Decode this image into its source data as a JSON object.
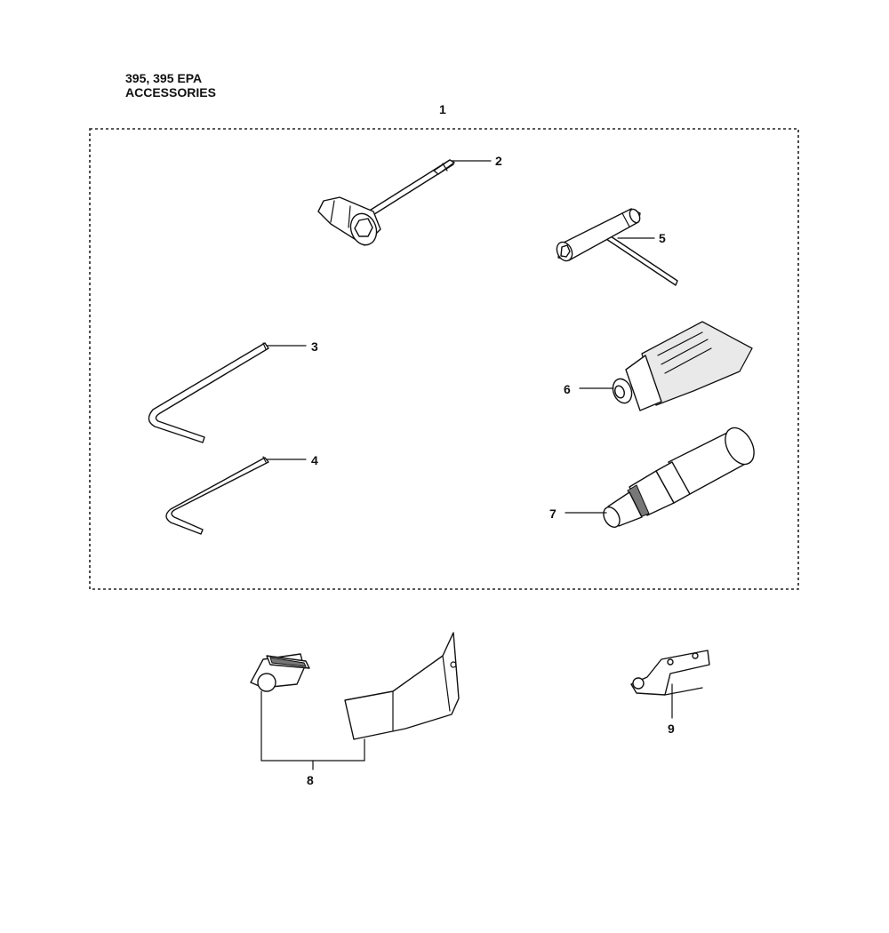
{
  "header": {
    "model_line": "395, 395 EPA",
    "section_name": "ACCESSORIES"
  },
  "callouts": {
    "c1": "1",
    "c2": "2",
    "c3": "3",
    "c4": "4",
    "c5": "5",
    "c6": "6",
    "c7": "7",
    "c8": "8",
    "c9": "9"
  }
}
